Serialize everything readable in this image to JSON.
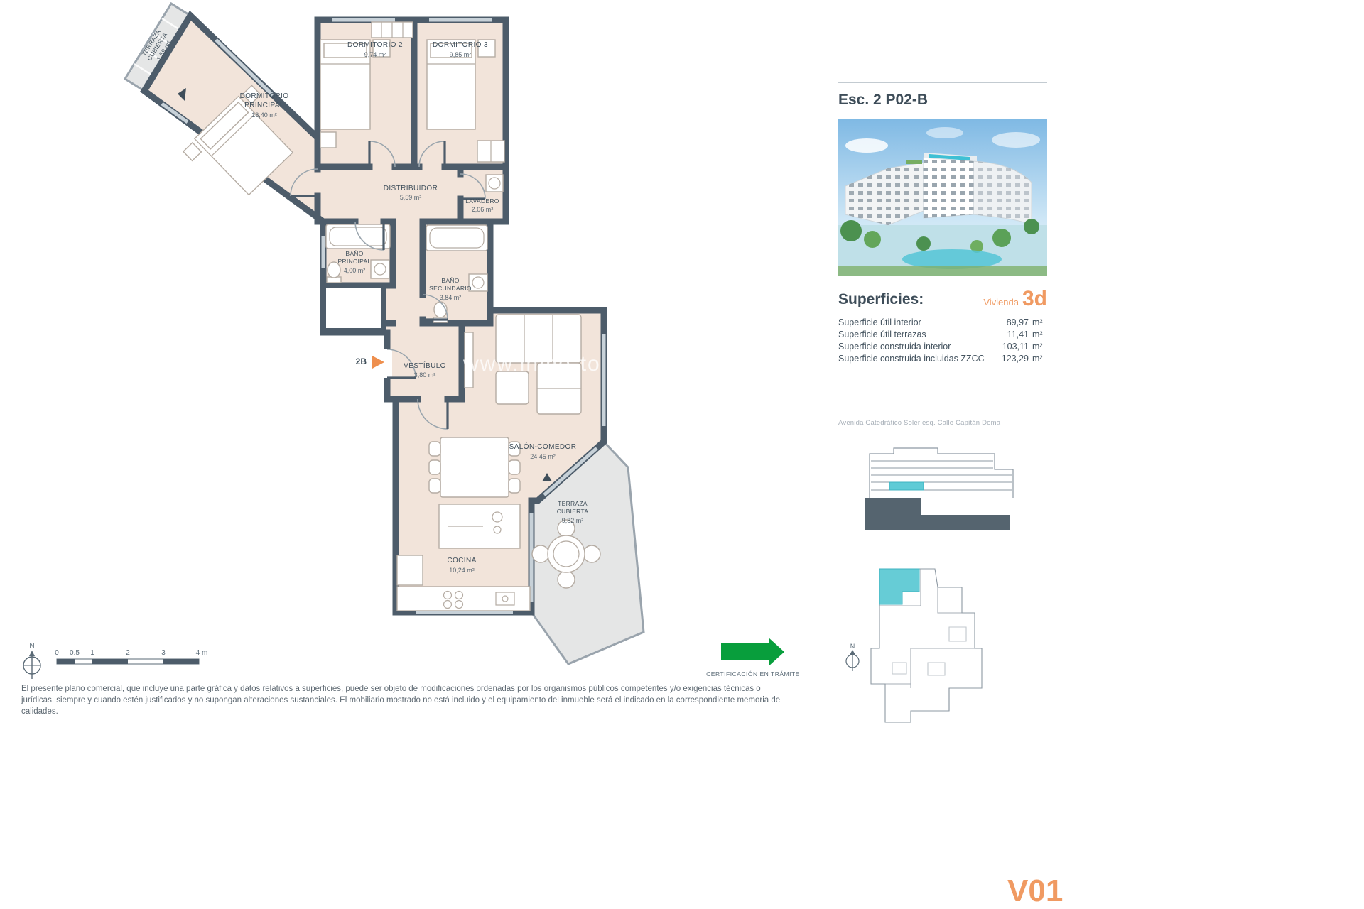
{
  "plan": {
    "rooms": {
      "terraza_norte": {
        "l1": "TERRAZA",
        "l2": "CUBIERTA",
        "area": "1,59 m²"
      },
      "dormitorio_principal": {
        "l1": "DORMITORIO",
        "l2": "PRINCIPAL",
        "area": "16,40 m²"
      },
      "dormitorio_2": {
        "l1": "DORMITORIO 2",
        "area": "9,74 m²"
      },
      "dormitorio_3": {
        "l1": "DORMITORIO 3",
        "area": "9,85 m²"
      },
      "distribuidor": {
        "l1": "DISTRIBUIDOR",
        "area": "5,59 m²"
      },
      "lavadero": {
        "l1": "LAVADERO",
        "area": "2,06 m²"
      },
      "bano_principal": {
        "l1": "BAÑO",
        "l2": "PRINCIPAL",
        "area": "4,00 m²"
      },
      "bano_secundario": {
        "l1": "BAÑO",
        "l2": "SECUNDARIO",
        "area": "3,84 m²"
      },
      "vestibulo": {
        "l1": "VESTÍBULO",
        "area": "3,80 m²"
      },
      "salon_comedor": {
        "l1": "SALÓN-COMEDOR",
        "area": "24,45 m²"
      },
      "terraza_sur": {
        "l1": "TERRAZA",
        "l2": "CUBIERTA",
        "area": "9,82 m²"
      },
      "cocina": {
        "l1": "COCINA",
        "area": "10,24 m²"
      }
    },
    "entrance_label": "2B",
    "compass_label": "N",
    "scale": {
      "t0": "0",
      "t05": "0.5",
      "t1": "1",
      "t2": "2",
      "t3": "3",
      "t4": "4 m"
    }
  },
  "sidebar": {
    "title": "Esc. 2 P02-B",
    "superficies_heading": "Superficies:",
    "vivienda_label": "Vivienda",
    "vivienda_code": "3d",
    "rows": [
      {
        "label": "Superficie útil interior",
        "value": "89,97",
        "unit": "m²"
      },
      {
        "label": "Superficie útil terrazas",
        "value": "11,41",
        "unit": "m²"
      },
      {
        "label": "Superficie construida interior",
        "value": "103,11",
        "unit": "m²"
      },
      {
        "label": "Superficie construida incluidas ZZCC",
        "value": "123,29",
        "unit": "m²"
      }
    ],
    "address": "Avenida Catedrático Soler esq. Calle Capitán Dema",
    "site_compass_label": "N"
  },
  "footer": {
    "disclaimer": "El presente plano comercial, que incluye una parte gráfica y datos relativos a superficies, puede ser objeto de modificaciones ordenadas por los organismos públicos competentes y/o exigencias técnicas o jurídicas, siempre y cuando estén justificados y no supongan alteraciones sustanciales. El mobiliario mostrado no está incluido y el equipamiento del inmueble será el indicado en la correspondiente memoria de calidades.",
    "certification": "CERTIFICACIÓN EN TRÁMITE",
    "version": "V01"
  },
  "watermark": "www.inmo-to",
  "colors": {
    "wall": "#4d5c6a",
    "floor": "#f2e4da",
    "terrace": "#e5e6e6",
    "accent": "#f09a62",
    "teal": "#62ccd6",
    "green": "#089e3c"
  }
}
